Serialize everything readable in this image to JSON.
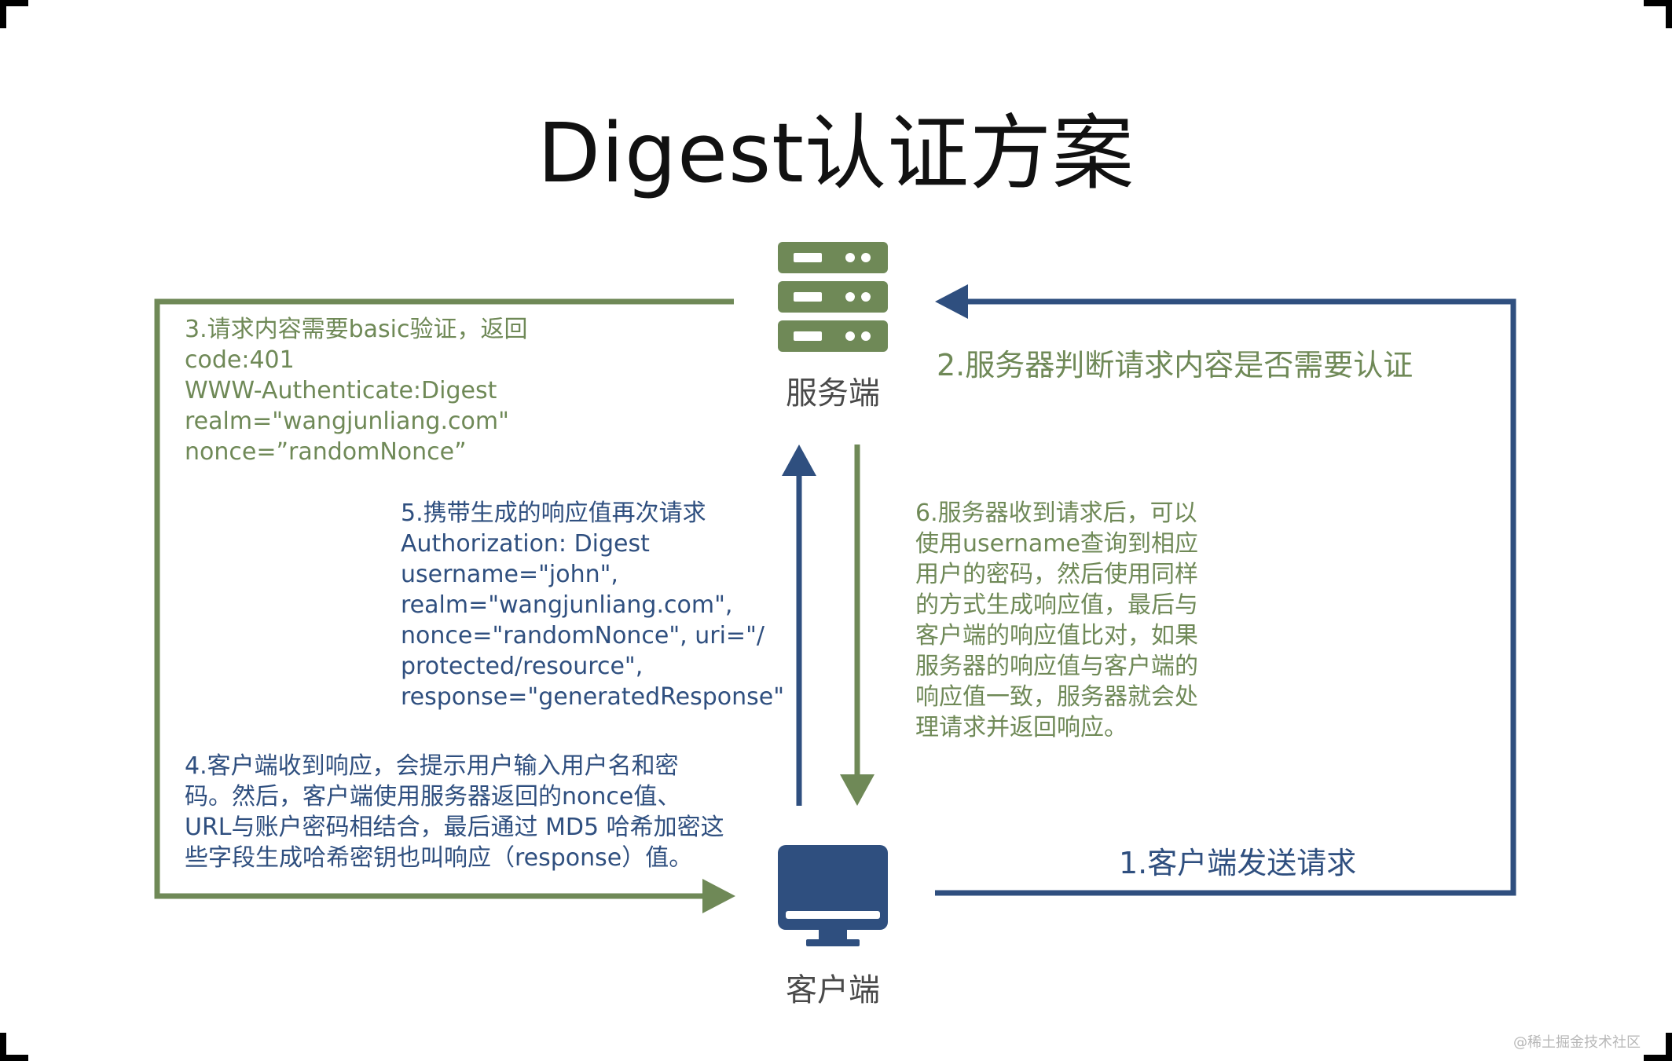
{
  "title": "Digest认证方案",
  "colors": {
    "green": "#6f8957",
    "blue": "#2f4f7f",
    "title": "#111111"
  },
  "nodes": {
    "server": {
      "label": "服务端",
      "icon": "server-icon"
    },
    "client": {
      "label": "客户端",
      "icon": "desktop-monitor-icon"
    }
  },
  "steps": {
    "step1": "1.客户端发送请求",
    "step2": "2.服务器判断请求内容是否需要认证",
    "step3": "3.请求内容需要basic验证，返回\ncode:401\nWWW-Authenticate:Digest\nrealm=\"wangjunliang.com\"\nnonce=”randomNonce”",
    "step4": "4.客户端收到响应，会提示用户输入用户名和密\n码。然后，客户端使用服务器返回的nonce值、\nURL与账户密码相结合，最后通过 MD5 哈希加密这\n些字段生成哈希密钥也叫响应（response）值。",
    "step5": "5.携带生成的响应值再次请求\nAuthorization: Digest\nusername=\"john\",\nrealm=\"wangjunliang.com\",\nnonce=\"randomNonce\", uri=\"/\nprotected/resource\",\nresponse=\"generatedResponse\"",
    "step6": "6.服务器收到请求后，可以\n使用username查询到相应\n用户的密码，然后使用同样\n的方式生成响应值，最后与\n客户端的响应值比对，如果\n服务器的响应值与客户端的\n响应值一致，服务器就会处\n理请求并返回响应。"
  },
  "watermark": "@稀土掘金技术社区"
}
